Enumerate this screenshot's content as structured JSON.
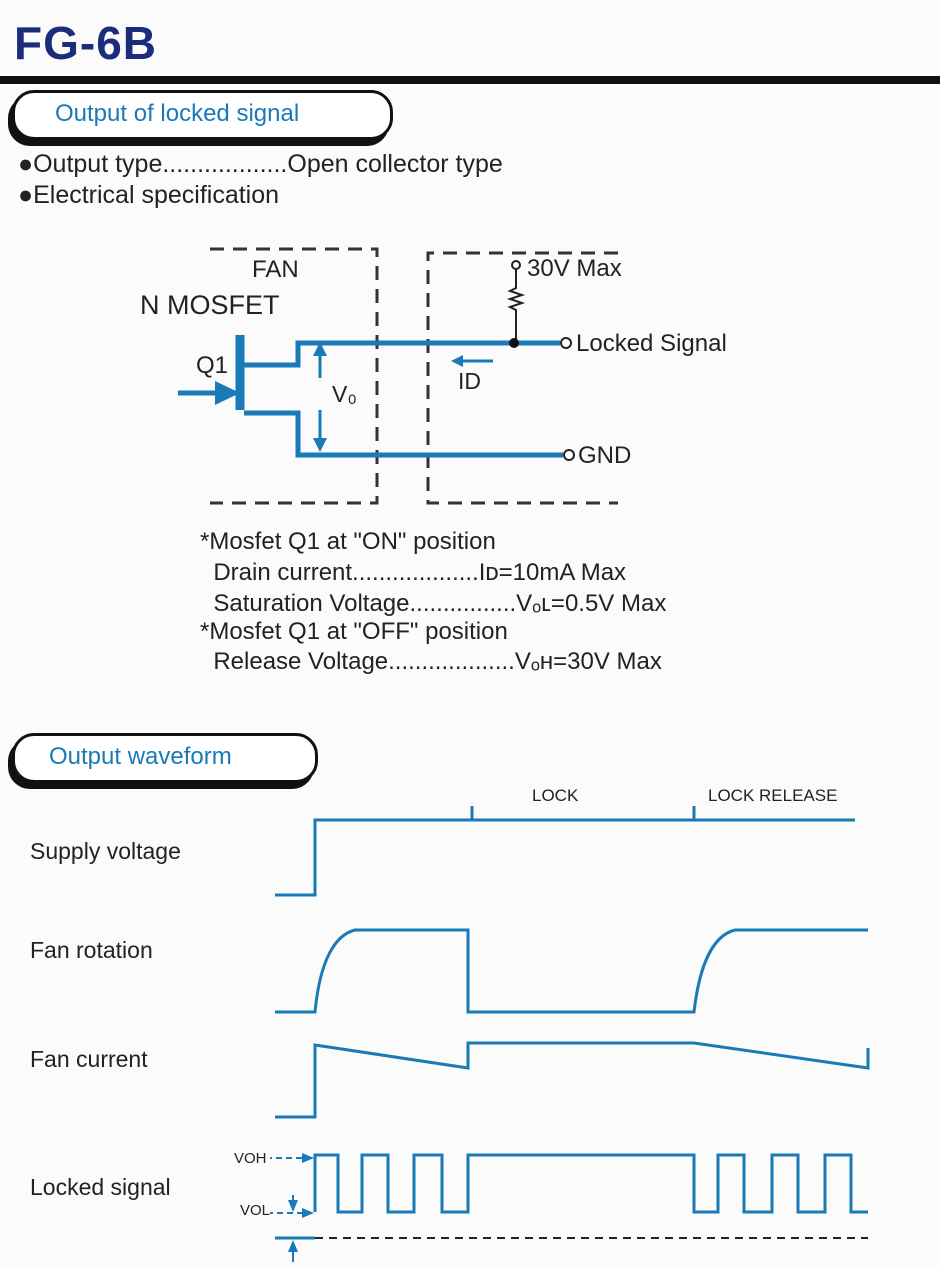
{
  "header": {
    "title": "FG-6B"
  },
  "section1": {
    "heading": "Output of locked signal",
    "specs": [
      "●Output type..................Open collector type",
      "●Electrical specification"
    ]
  },
  "circuit": {
    "fan": "FAN",
    "mosfet": "N MOSFET",
    "q1": "Q1",
    "v0": "V₀",
    "id": "ID",
    "v30": "30V Max",
    "locked": "Locked Signal",
    "gnd": "GND"
  },
  "notes": [
    "*Mosfet Q1 at \"ON\" position",
    "  Drain current...................Iᴅ=10mA Max",
    "  Saturation Voltage................Vₒʟ=0.5V Max",
    "*Mosfet Q1 at \"OFF\" position",
    "  Release Voltage...................Vₒʜ=30V Max"
  ],
  "section2": {
    "heading": "Output waveform"
  },
  "waveform": {
    "lock": "LOCK",
    "release": "LOCK RELEASE",
    "rows": [
      "Supply voltage",
      "Fan rotation",
      "Fan current",
      "Locked signal"
    ],
    "voh": "VOH",
    "vol": "VOL"
  },
  "colors": {
    "blue": "#1a7ab8",
    "title": "#1b2d7a"
  }
}
